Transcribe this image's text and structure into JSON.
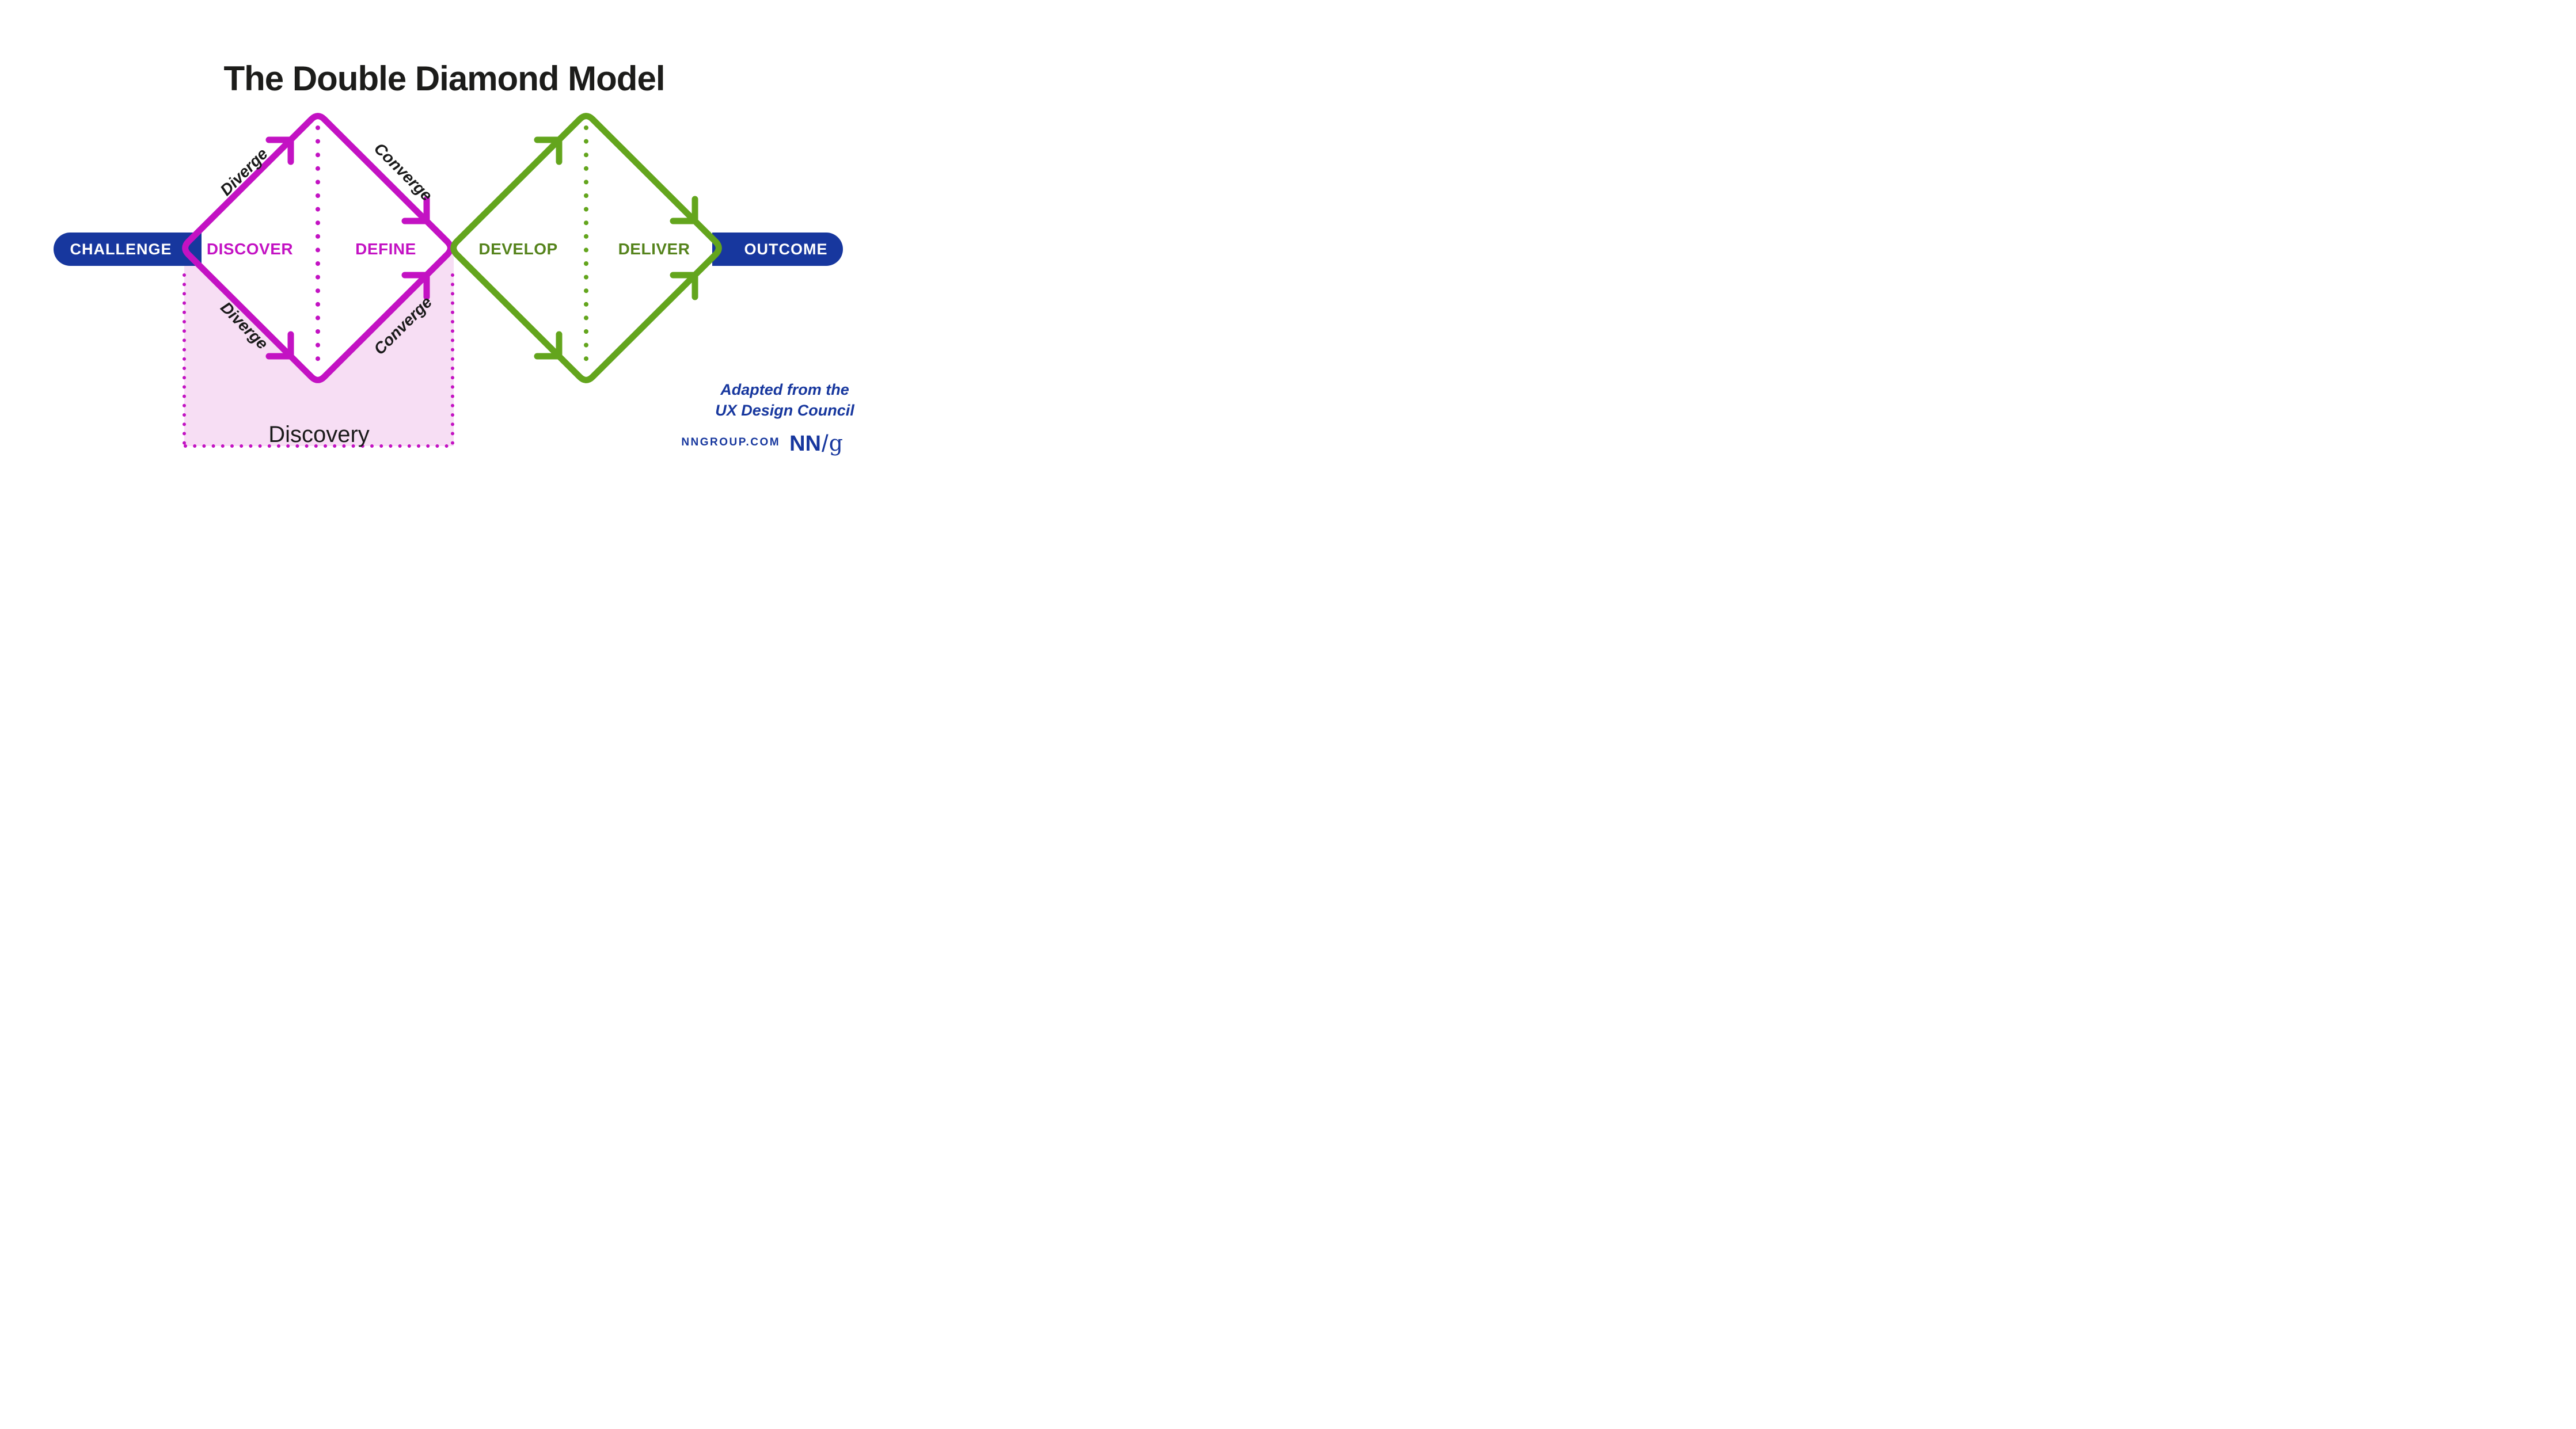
{
  "title": "The Double Diamond Model",
  "colors": {
    "magenta": "#C312C3",
    "magenta_text": "#C312C3",
    "green": "#63A51D",
    "green_text": "#55831C",
    "blue": "#17379E",
    "pink": "#F7DEF4"
  },
  "endpoints": {
    "challenge": "CHALLENGE",
    "outcome": "OUTCOME"
  },
  "diamond1": {
    "phase1": "DISCOVER",
    "phase2": "DEFINE",
    "edge_labels": {
      "top_left": "Diverge",
      "top_right": "Converge",
      "bottom_left": "Diverge",
      "bottom_right": "Converge"
    }
  },
  "diamond2": {
    "phase1": "DEVELOP",
    "phase2": "DELIVER"
  },
  "discovery_region": {
    "label": "Discovery"
  },
  "attribution": {
    "line1": "Adapted from the",
    "line2": "UX Design Council"
  },
  "footer": {
    "site": "NNGROUP.COM",
    "logo_nn": "NN",
    "logo_slash": "/",
    "logo_g": "g"
  }
}
